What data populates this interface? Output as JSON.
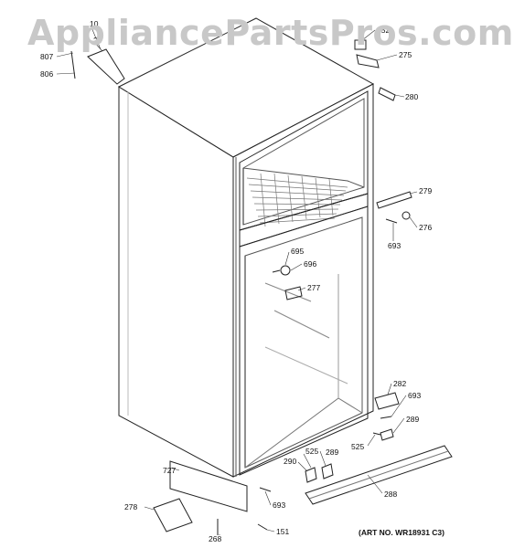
{
  "watermark": "AppliancePartsPros.com",
  "art_number": "(ART NO. WR18931 C3)",
  "callouts": {
    "p10": "10",
    "p20": "20",
    "p807": "807",
    "p806": "806",
    "p552": "552",
    "p275": "275",
    "p280": "280",
    "p279": "279",
    "p276": "276",
    "p693a": "693",
    "p695": "695",
    "p696": "696",
    "p277": "277",
    "p282": "282",
    "p693b": "693",
    "p289a": "289",
    "p525a": "525",
    "p525b": "525",
    "p289b": "289",
    "p290": "290",
    "p727": "727",
    "p288": "288",
    "p693c": "693",
    "p278": "278",
    "p268": "268",
    "p151": "151"
  }
}
